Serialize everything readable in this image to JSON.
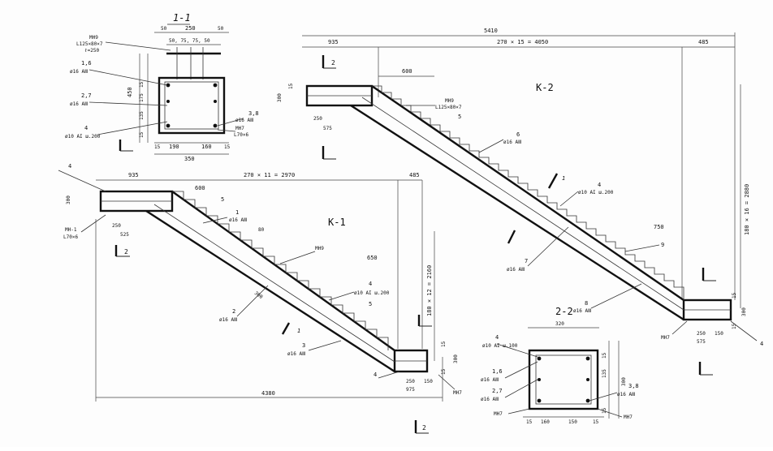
{
  "section_1_1": {
    "title": "1-1",
    "dim_top": [
      "50",
      "250",
      "50"
    ],
    "dim_top2": "50, 75, 75, 50",
    "mn_label": [
      "MH9",
      "L125×80×7",
      "ℓ=250"
    ],
    "dim_left": [
      "15",
      "450",
      "175",
      "135",
      "15"
    ],
    "dim_bottom": [
      "15",
      "190",
      "160",
      "15"
    ],
    "dim_total": "350",
    "labels": [
      {
        "n": "1,6",
        "d": "ø16 AⅢ"
      },
      {
        "n": "2,7",
        "d": "ø16 AⅢ"
      },
      {
        "n": "4",
        "d": "ø10 AI ш.200"
      },
      {
        "n": "3,8",
        "d": "ø16 AⅢ"
      },
      {
        "n": "MH7",
        "d": "L70×6"
      }
    ]
  },
  "section_2_2": {
    "title": "2-2",
    "dim_top": "320",
    "labels": [
      {
        "n": "4",
        "d": "ø10 AI ш.100"
      },
      {
        "n": "1,6",
        "d": "ø16 AⅢ"
      },
      {
        "n": "2,7",
        "d": "ø16 AⅢ"
      },
      {
        "n": "3,8",
        "d": "ø16 AⅢ"
      }
    ],
    "dim_right": [
      "15",
      "135",
      "300",
      "15"
    ],
    "dim_bottom": [
      "15",
      "160",
      "150",
      "15"
    ],
    "mh": [
      "MH7",
      "MH7"
    ]
  },
  "k1": {
    "title": "K-1",
    "dim_overall": "4380",
    "dim_top": [
      "935",
      "270 × 11 = 2970",
      "485"
    ],
    "dim_vert": "180 × 12 = 2160",
    "dims": [
      "600",
      "250",
      "525",
      "300",
      "650",
      "250",
      "975",
      "150",
      "80",
      "300",
      "300",
      "15",
      "15"
    ],
    "labels": [
      "4",
      "5",
      "1",
      "ø16 AⅢ",
      "MH9",
      "4",
      "ø10 AI ш.200",
      "5",
      "2",
      "ø16 AⅢ",
      "3",
      "ø16 AⅢ",
      "4",
      "MH7",
      "MH-1",
      "L70×6"
    ],
    "section_mark": "2",
    "cut": "1"
  },
  "k2": {
    "title": "K-2",
    "dim_overall": "5410",
    "dim_top": [
      "935",
      "270 × 15 = 4050",
      "485"
    ],
    "dim_vert": "180 × 16 = 2880",
    "dims": [
      "600",
      "250",
      "575",
      "300",
      "750",
      "250",
      "575",
      "150",
      "300",
      "15",
      "15",
      "15"
    ],
    "labels": [
      "MH9",
      "L125×80×7",
      "5",
      "6",
      "ø16 AⅢ",
      "4",
      "ø10 AI ш.200",
      "7",
      "ø16 AⅢ",
      "9",
      "8",
      "ø16 AⅢ",
      "MH7",
      "4"
    ],
    "section_mark": "2",
    "cut": "1"
  },
  "bottom_mark": "2"
}
